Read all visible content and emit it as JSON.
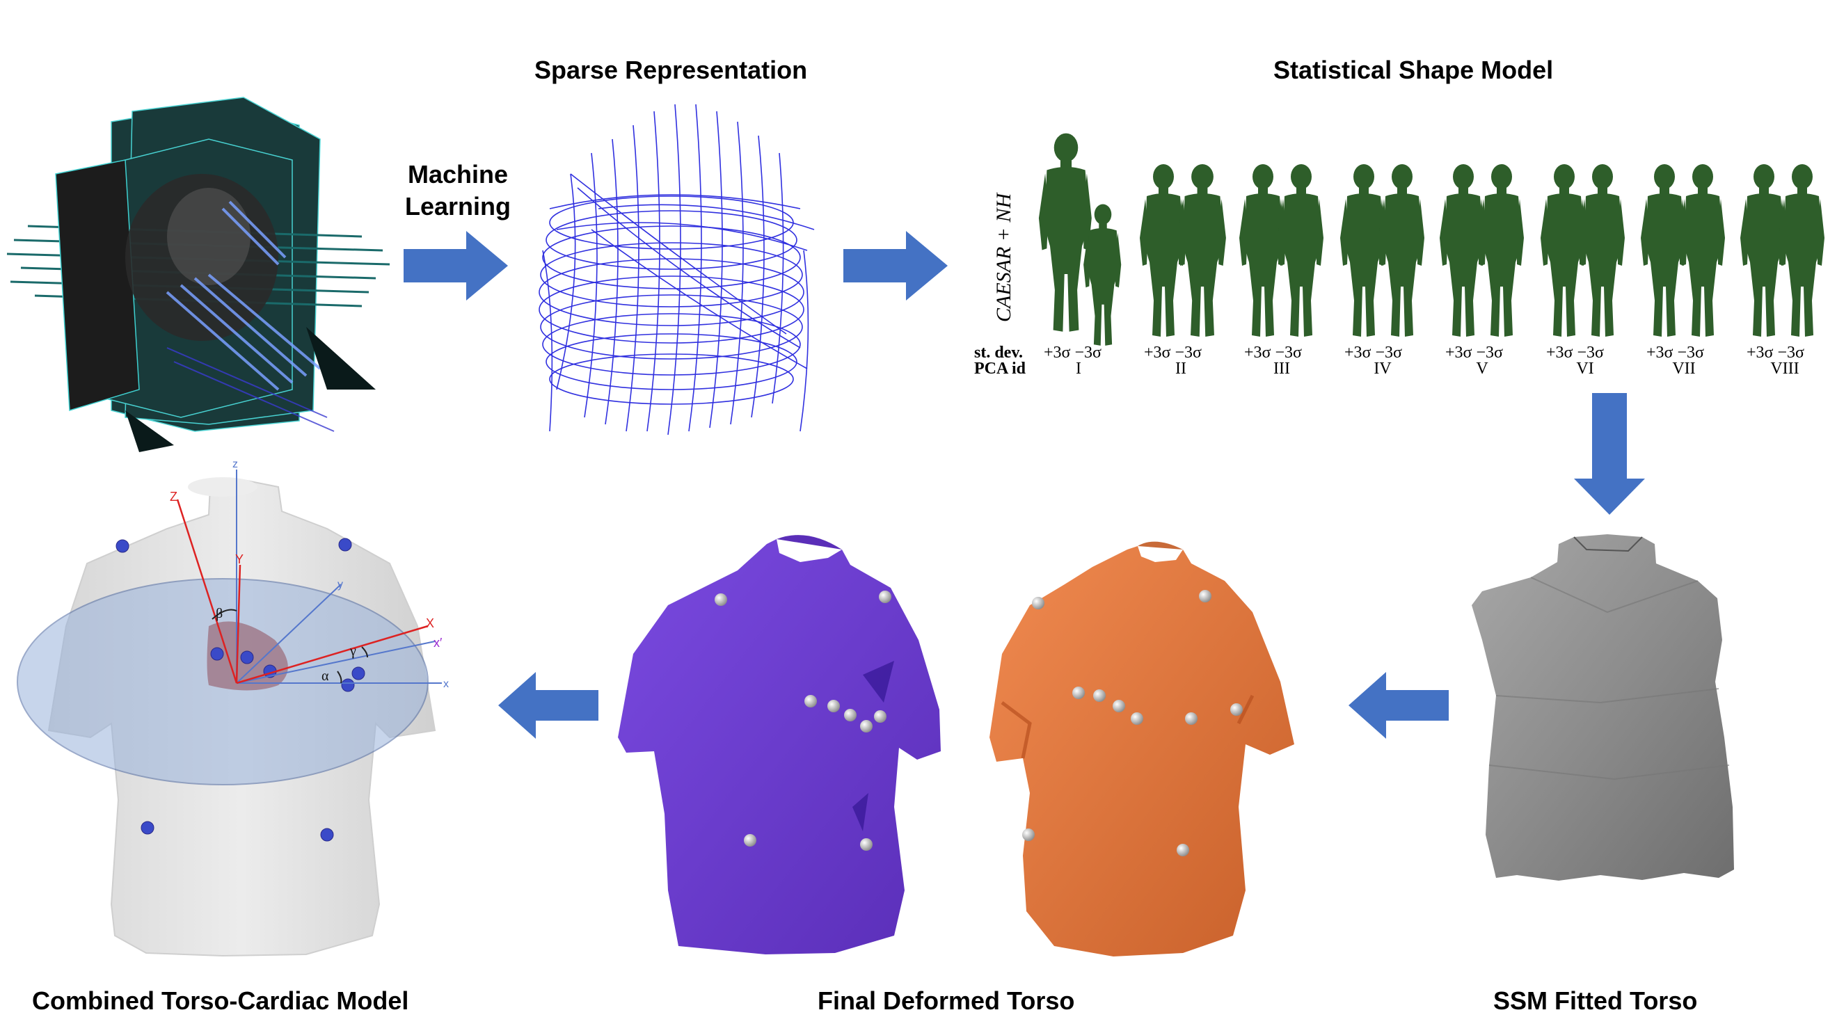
{
  "titles": {
    "sparse": "Sparse Representation",
    "ssm": "Statistical Shape Model"
  },
  "ml": {
    "line1": "Machine",
    "line2": "Learning"
  },
  "captions": {
    "combined": "Combined Torso-Cardiac Model",
    "final": "Final Deformed Torso",
    "fitted": "SSM Fitted Torso"
  },
  "ssm": {
    "side_label": "CAESAR + NH",
    "stdev_label": "st. dev.",
    "pca_label": "PCA  id",
    "sigma_pair": "+3σ −3σ",
    "pca_ids": [
      "I",
      "II",
      "III",
      "IV",
      "V",
      "VI",
      "VII",
      "VIII"
    ]
  },
  "axes": {
    "z": "z",
    "y": "y",
    "x": "x",
    "Z": "Z",
    "Y": "Y",
    "X": "X",
    "xprime": "x′",
    "alpha": "α",
    "beta": "β",
    "gamma": "γ"
  },
  "colors": {
    "arrow": "#4472C4",
    "figure": "#2E5E2A",
    "sparse": "#1A1ADC",
    "purple": "#6F3FD4",
    "orange": "#E07840",
    "grey_torso": "#8A8A8A",
    "light_torso": "#E4E4E4",
    "ellipse": "#9AB3DB"
  }
}
